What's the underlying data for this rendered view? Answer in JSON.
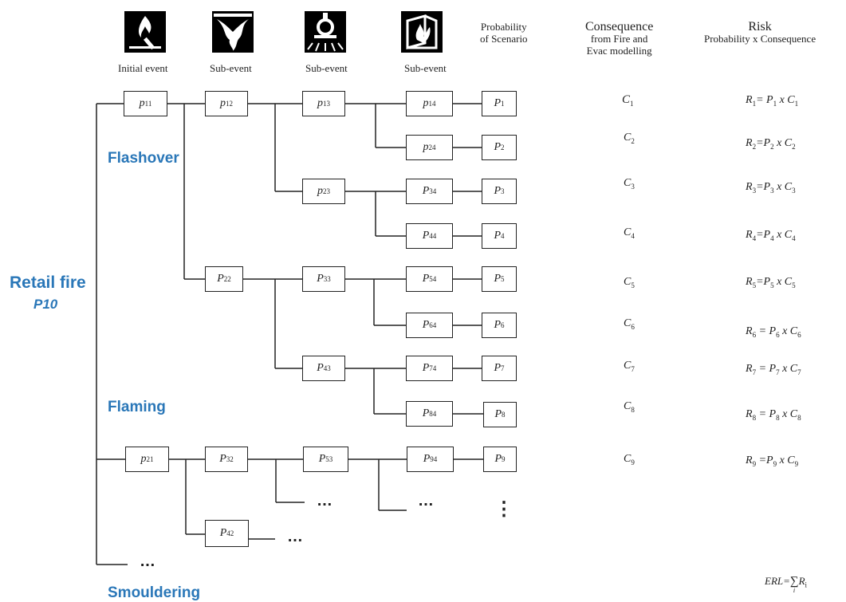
{
  "headers": {
    "initial_event": "Initial event",
    "sub_event_1": "Sub-event",
    "sub_event_2": "Sub-event",
    "sub_event_3": "Sub-event",
    "probability_line1": "Probability",
    "probability_line2": "of Scenario",
    "consequence_title": "Consequence",
    "consequence_line1": "from Fire and",
    "consequence_line2": "Evac modelling",
    "risk_title": "Risk",
    "risk_line1": "Probability x Consequence"
  },
  "icons": [
    "match-flame-icon",
    "smoke-plume-icon",
    "sprinkler-icon",
    "fire-door-icon"
  ],
  "side_labels": {
    "retail_fire": "Retail fire",
    "p10": "P10",
    "flashover": "Flashover",
    "flaming": "Flaming",
    "smouldering": "Smouldering"
  },
  "nodes": {
    "p11": {
      "sym": "p",
      "sub": "11"
    },
    "p12": {
      "sym": "p",
      "sub": "12"
    },
    "p13": {
      "sym": "p",
      "sub": "13"
    },
    "p14": {
      "sym": "p",
      "sub": "14"
    },
    "P1": {
      "sym": "P",
      "sub": "1"
    },
    "p24": {
      "sym": "p",
      "sub": "24"
    },
    "P2": {
      "sym": "P",
      "sub": "2"
    },
    "p23": {
      "sym": "p",
      "sub": "23"
    },
    "P34": {
      "sym": "P",
      "sub": "34"
    },
    "P3": {
      "sym": "P",
      "sub": "3"
    },
    "P44": {
      "sym": "P",
      "sub": "44"
    },
    "P4": {
      "sym": "P",
      "sub": "4"
    },
    "P22": {
      "sym": "P",
      "sub": "22"
    },
    "P33": {
      "sym": "P",
      "sub": "33"
    },
    "P54": {
      "sym": "P",
      "sub": "54"
    },
    "P5": {
      "sym": "P",
      "sub": "5"
    },
    "P64": {
      "sym": "P",
      "sub": "64"
    },
    "P6": {
      "sym": "P",
      "sub": "6"
    },
    "P43": {
      "sym": "P",
      "sub": "43"
    },
    "P74": {
      "sym": "P",
      "sub": "74"
    },
    "P7": {
      "sym": "P",
      "sub": "7"
    },
    "P84": {
      "sym": "P",
      "sub": "84"
    },
    "P8": {
      "sym": "P",
      "sub": "8"
    },
    "p21": {
      "sym": "p",
      "sub": "21"
    },
    "P32": {
      "sym": "P",
      "sub": "32"
    },
    "P53": {
      "sym": "P",
      "sub": "53"
    },
    "P94": {
      "sym": "P",
      "sub": "94"
    },
    "P9": {
      "sym": "P",
      "sub": "9"
    },
    "P42": {
      "sym": "P",
      "sub": "42"
    }
  },
  "consequences": [
    {
      "sym": "C",
      "sub": "1"
    },
    {
      "sym": "C",
      "sub": "2"
    },
    {
      "sym": "C",
      "sub": "3"
    },
    {
      "sym": "C",
      "sub": "4"
    },
    {
      "sym": "C",
      "sub": "5"
    },
    {
      "sym": "C",
      "sub": "6"
    },
    {
      "sym": "C",
      "sub": "7"
    },
    {
      "sym": "C",
      "sub": "8"
    },
    {
      "sym": "C",
      "sub": "9"
    }
  ],
  "risks": [
    {
      "r": "1",
      "eq": "= ",
      "p": "1",
      "x": " x ",
      "c": "1"
    },
    {
      "r": "2",
      "eq": "=",
      "p": "2",
      "x": " x ",
      "c": "2"
    },
    {
      "r": "3",
      "eq": "=",
      "p": "3",
      "x": " x ",
      "c": "3"
    },
    {
      "r": "4",
      "eq": "=",
      "p": "4",
      "x": " x ",
      "c": "4"
    },
    {
      "r": "5",
      "eq": "=",
      "p": "5",
      "x": " x ",
      "c": "5"
    },
    {
      "r": "6",
      "eq": " = ",
      "p": "6",
      "x": " x ",
      "c": "6"
    },
    {
      "r": "7",
      "eq": " = ",
      "p": "7",
      "x": " x ",
      "c": "7"
    },
    {
      "r": "8",
      "eq": " = ",
      "p": "8",
      "x": " x ",
      "c": "8"
    },
    {
      "r": "9",
      "eq": " =",
      "p": "9",
      "x": " x ",
      "c": "9"
    }
  ],
  "ellipsis": "…",
  "vertical_ellipsis": "⋮",
  "erl": {
    "lhs": "ERL=",
    "sum": "∑",
    "r": "R",
    "sub": "i",
    "under": "i"
  }
}
